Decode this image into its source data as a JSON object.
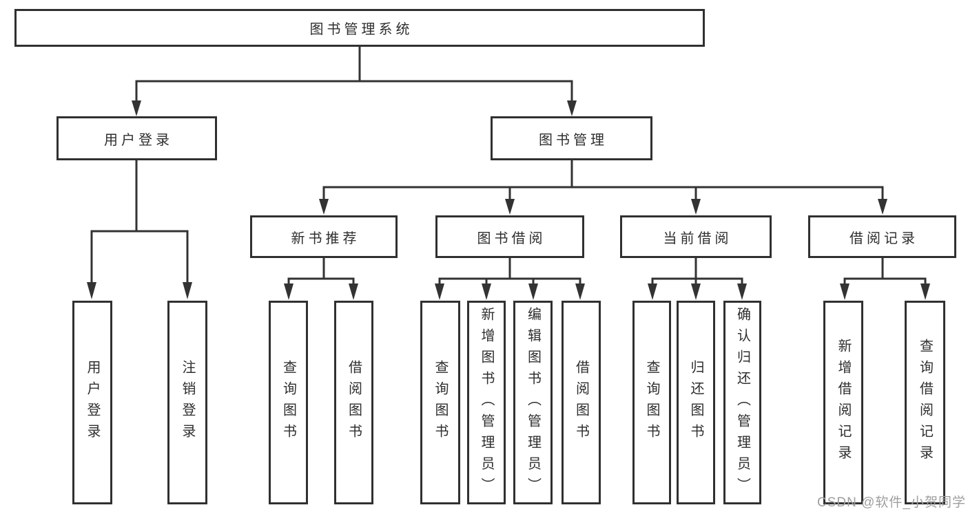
{
  "diagram_title": "图书管理系统",
  "colors": {
    "line": "#333333",
    "border": "#303030",
    "text": "#2e2e2e",
    "background": "#ffffff",
    "watermark": "#9e9e9e"
  },
  "nodes": {
    "root": {
      "label": "图书管理系统"
    },
    "user_login": {
      "label": "用户登录"
    },
    "book_mgmt": {
      "label": "图书管理"
    },
    "new_book_recommend": {
      "label": "新书推荐"
    },
    "book_borrow": {
      "label": "图书借阅"
    },
    "current_borrow": {
      "label": "当前借阅"
    },
    "borrow_records": {
      "label": "借阅记录"
    },
    "leaves": [
      {
        "label": "用户登录",
        "parent": "用户登录"
      },
      {
        "label": "注销登录",
        "parent": "用户登录"
      },
      {
        "label": "查询图书",
        "parent": "新书推荐"
      },
      {
        "label": "借阅图书",
        "parent": "新书推荐"
      },
      {
        "label": "查询图书",
        "parent": "图书借阅"
      },
      {
        "label": "新增图书（管理员）",
        "parent": "图书借阅"
      },
      {
        "label": "编辑图书（管理员）",
        "parent": "图书借阅"
      },
      {
        "label": "借阅图书",
        "parent": "图书借阅"
      },
      {
        "label": "查询图书",
        "parent": "当前借阅"
      },
      {
        "label": "归还图书",
        "parent": "当前借阅"
      },
      {
        "label": "确认归还（管理员）",
        "parent": "当前借阅"
      },
      {
        "label": "新增借阅记录",
        "parent": "借阅记录"
      },
      {
        "label": "查询借阅记录",
        "parent": "借阅记录"
      }
    ]
  },
  "watermark": "CSDN @软件_小贺同学"
}
